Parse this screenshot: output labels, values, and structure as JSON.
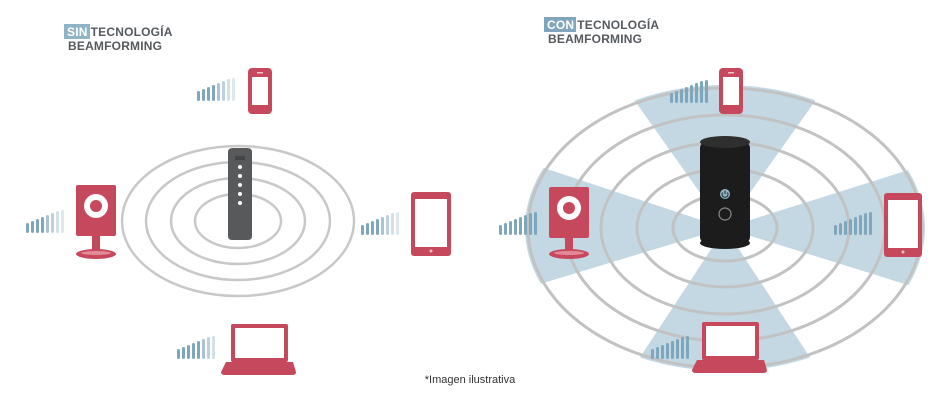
{
  "left_panel": {
    "badge": "SIN",
    "title_line1": "TECNOLOGÍA",
    "title_line2": "BEAMFORMING"
  },
  "right_panel": {
    "badge": "CON",
    "title_line1": "TECNOLOGÍA",
    "title_line2": "BEAMFORMING"
  },
  "footnote": "*Imagen ilustrativa",
  "colors": {
    "badge": "#8fb4c7",
    "device": "#c6485c",
    "signal_bar": "#7ea6bd",
    "signal_bar_light": "#bcd1dd",
    "ring": "#c8c8c8",
    "beam": "#c3d8e3",
    "router_grey": "#58595b",
    "router_black": "#1c1c1c"
  },
  "icons": [
    "smartphone-icon",
    "tablet-icon",
    "laptop-icon",
    "security-camera-icon",
    "router-icon",
    "signal-bars-icon",
    "power-icon"
  ]
}
